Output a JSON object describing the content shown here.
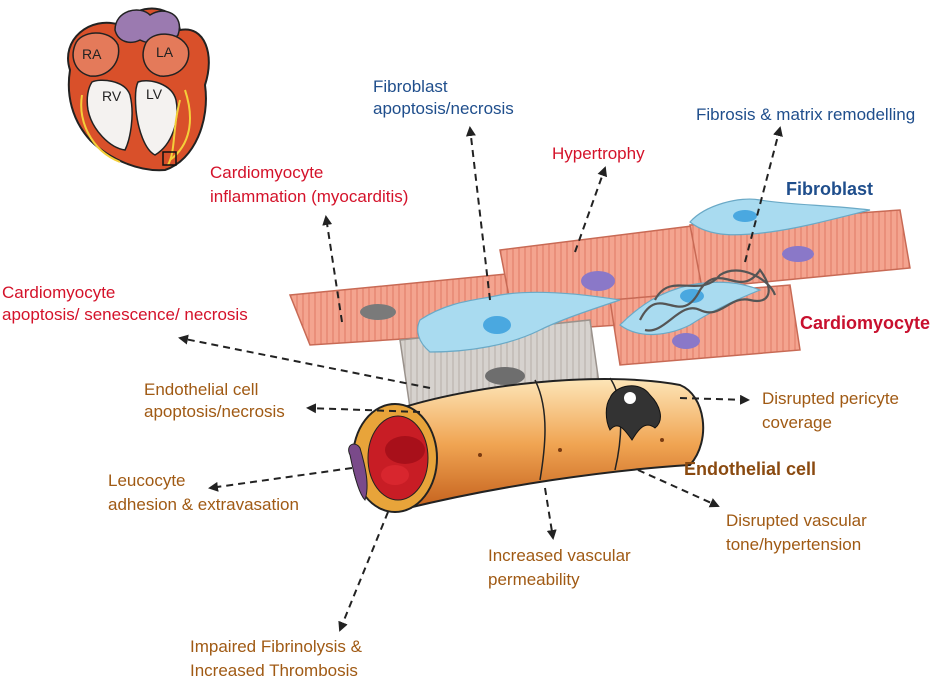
{
  "heart": {
    "chambers": {
      "ra": "RA",
      "la": "LA",
      "rv": "RV",
      "lv": "LV"
    }
  },
  "cell_types": {
    "fibroblast": "Fibroblast",
    "cardiomyocyte": "Cardiomyocyte",
    "endothelial": "Endothelial cell"
  },
  "effects": {
    "fibroblast_apoptosis": [
      "Fibroblast",
      "apoptosis/necrosis"
    ],
    "fibrosis": [
      "Fibrosis & matrix remodelling"
    ],
    "hypertrophy": [
      "Hypertrophy"
    ],
    "inflammation": [
      "Cardiomyocyte",
      "inflammation (myocarditis)"
    ],
    "cm_apoptosis": [
      "Cardiomyocyte",
      "apoptosis/ senescence/ necrosis"
    ],
    "ec_apoptosis": [
      "Endothelial cell",
      "apoptosis/necrosis"
    ],
    "pericyte": [
      "Disrupted pericyte",
      "coverage"
    ],
    "leucocyte": [
      "Leucocyte",
      "adhesion & extravasation"
    ],
    "vascular_tone": [
      "Disrupted vascular",
      "tone/hypertension"
    ],
    "permeability": [
      "Increased vascular",
      "permeability"
    ],
    "thrombosis": [
      "Impaired Fibrinolysis &",
      "Increased Thrombosis"
    ]
  },
  "colors": {
    "cardiomyocyte_text": "#c8102e",
    "effect_red": "#d4122a",
    "effect_blue": "#1f4e8c",
    "effect_brown": "#a05a14",
    "myocyte_fill": "#f2a08a",
    "fibroblast_fill": "#a9dbf0",
    "vessel_fill": "#f3b36a"
  }
}
